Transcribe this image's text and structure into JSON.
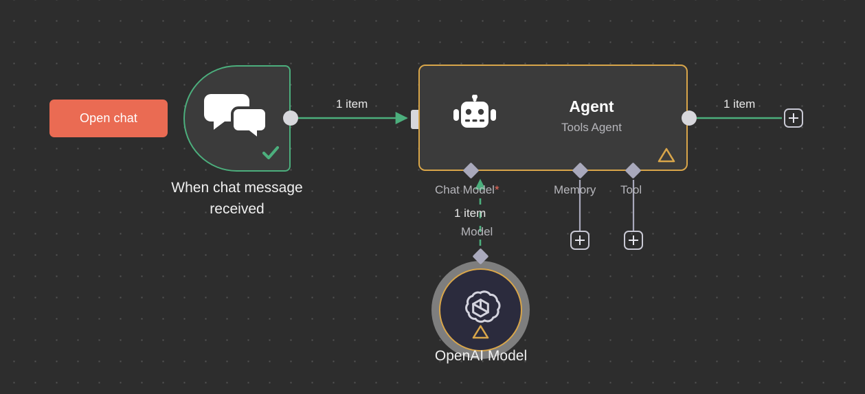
{
  "canvas": {
    "background_color": "#2d2d2d",
    "grid_dot_color": "#555555"
  },
  "open_chat_button": {
    "label": "Open chat",
    "color": "#ea6b53"
  },
  "nodes": {
    "trigger": {
      "label_line1": "When chat message",
      "label_line2": "received",
      "icon": "chat-bubbles-icon",
      "status_icon": "check-icon",
      "border_color": "#4caf7d"
    },
    "agent": {
      "title": "Agent",
      "subtitle": "Tools Agent",
      "icon": "robot-icon",
      "status_icon": "warning-triangle-icon",
      "border_color": "#d9a64a",
      "sub_connectors": [
        {
          "label": "Chat Model",
          "required_marker": "*"
        },
        {
          "label": "Memory",
          "required_marker": ""
        },
        {
          "label": "Tool",
          "required_marker": ""
        }
      ]
    },
    "openai": {
      "label": "OpenAI Model",
      "icon": "openai-logo-icon",
      "status_icon": "warning-triangle-icon",
      "border_color": "#d9a64a"
    }
  },
  "connections": {
    "trigger_to_agent": {
      "item_label": "1 item",
      "color": "#4caf7d"
    },
    "agent_to_plus": {
      "item_label": "1 item",
      "color": "#4caf7d"
    },
    "openai_to_agent": {
      "item_label": "1 item",
      "type_label": "Model",
      "color": "#4caf7d"
    }
  },
  "add_buttons": {
    "main": "add-node-button",
    "memory": "add-memory-button",
    "tool": "add-tool-button"
  }
}
